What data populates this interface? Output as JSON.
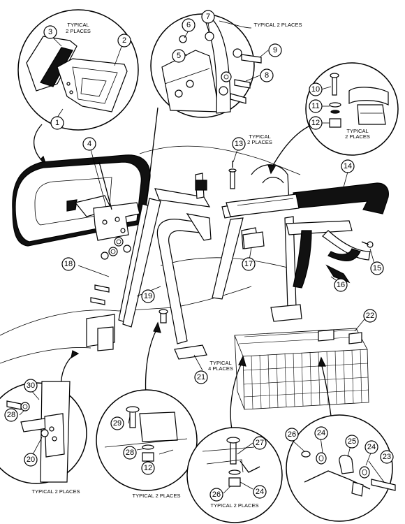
{
  "callouts": {
    "c1": "1",
    "c2": "2",
    "c3": "3",
    "c4": "4",
    "c5": "5",
    "c6": "6",
    "c7": "7",
    "c8": "8",
    "c9": "9",
    "c10": "10",
    "c11": "11",
    "c12": "12",
    "c13": "13",
    "c14": "14",
    "c15": "15",
    "c16": "16",
    "c17": "17",
    "c18": "18",
    "c19": "19",
    "c20": "20",
    "c21": "21",
    "c22": "22",
    "c23": "23",
    "c24a": "24",
    "c25": "25",
    "c24b": "24",
    "c26a": "26",
    "c27": "27",
    "c24c": "24",
    "c26b": "26",
    "c28a": "28",
    "c29": "29",
    "c28b": "28",
    "c12b": "12",
    "c30": "30"
  },
  "notes": {
    "n_top_left_1": "TYPICAL",
    "n_top_left_2": "2 PLACES",
    "n_top_center": "TYPICAL 2 PLACES",
    "n_right_1": "TYPICAL",
    "n_right_2": "2 PLACES",
    "n_mid_1": "TYPICAL",
    "n_mid_2": "2 PLACES",
    "n_basket_1": "TYPICAL",
    "n_basket_2": "4 PLACES",
    "n_bottom_left": "TYPICAL 2 PLACES",
    "n_bottom_center_left": "TYPICAL 2 PLACES",
    "n_bottom_center": "TYPICAL 2 PLACES"
  }
}
